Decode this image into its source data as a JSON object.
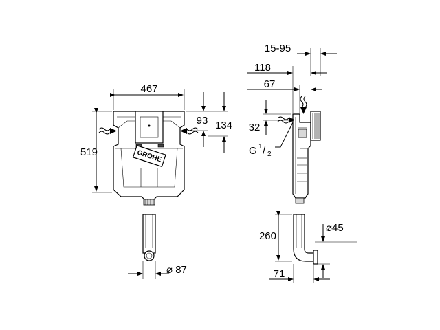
{
  "dimensions": {
    "front_width": "467",
    "front_height": "519",
    "front_top_93": "93",
    "front_top_134": "134",
    "diameter_87": "⌀ 87",
    "side_15_95": "15-95",
    "side_118": "118",
    "side_67": "67",
    "side_32": "32",
    "thread_G": "G",
    "thread_num": "1",
    "thread_den": "2",
    "pipe_260": "260",
    "diameter_45": "⌀45",
    "pipe_71": "71"
  },
  "brand": {
    "logo": "GROHE"
  },
  "colors": {
    "line": "#000000",
    "fill": "#d8d8d8",
    "background": "#ffffff"
  }
}
